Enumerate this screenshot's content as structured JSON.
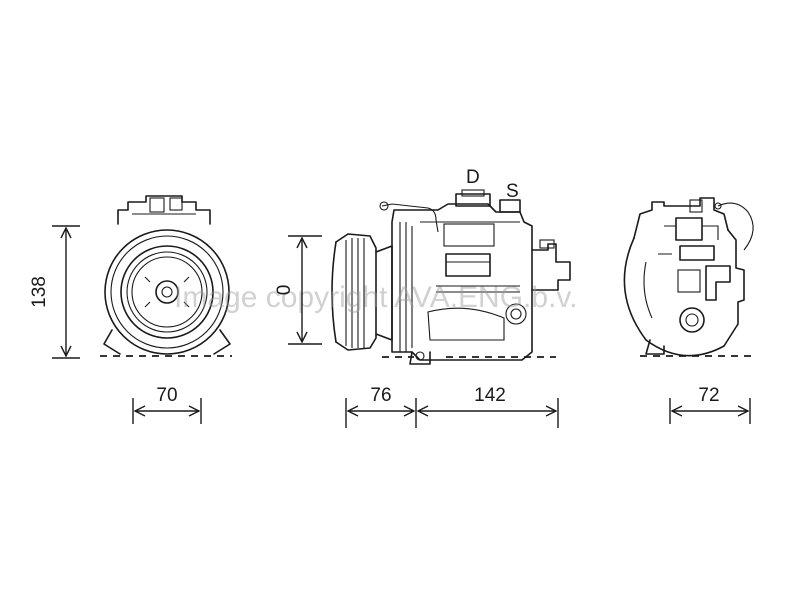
{
  "dimensions": {
    "front_height": "138",
    "front_width": "70",
    "side_height": "0",
    "side_clutch_length": "76",
    "side_body_length": "142",
    "rear_width": "72"
  },
  "ports": {
    "discharge": "D",
    "suction": "S"
  },
  "watermark": "Image copyright AVA.ENG.b.v."
}
